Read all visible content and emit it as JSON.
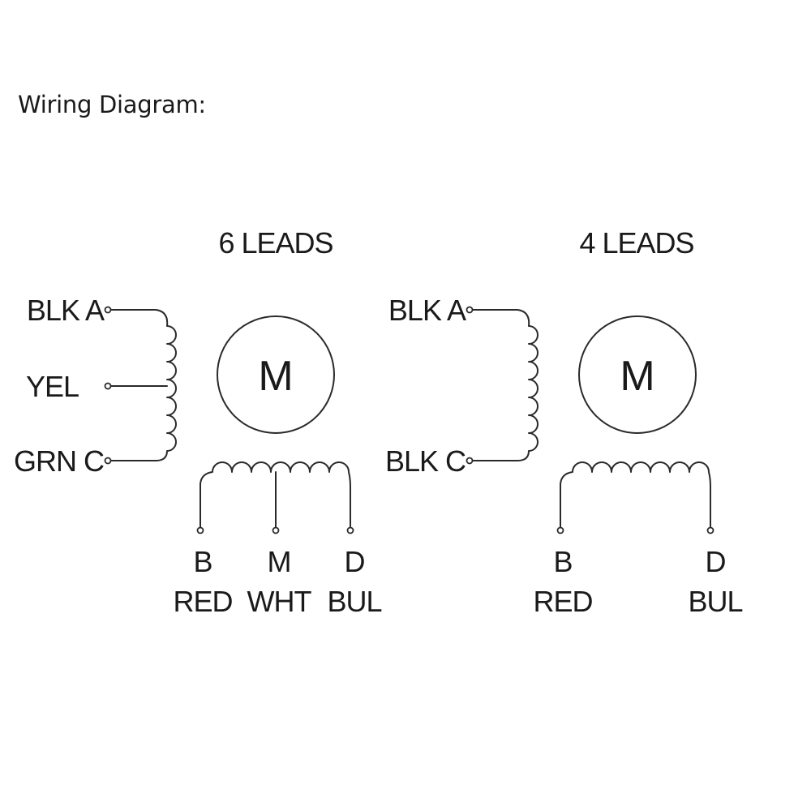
{
  "page": {
    "title": "Wiring Diagram:"
  },
  "six_leads": {
    "heading": "6 LEADS",
    "motor_label": "M",
    "coil_a": {
      "top": "BLK A",
      "center": "YEL",
      "bottom": "GRN C"
    },
    "coil_b": [
      {
        "pin": "B",
        "color": "RED"
      },
      {
        "pin": "M",
        "color": "WHT"
      },
      {
        "pin": "D",
        "color": "BUL"
      }
    ]
  },
  "four_leads": {
    "heading": "4 LEADS",
    "motor_label": "M",
    "coil_a": {
      "top": "BLK A",
      "bottom": "BLK C"
    },
    "coil_b": [
      {
        "pin": "B",
        "color": "RED"
      },
      {
        "pin": "D",
        "color": "BUL"
      }
    ]
  }
}
